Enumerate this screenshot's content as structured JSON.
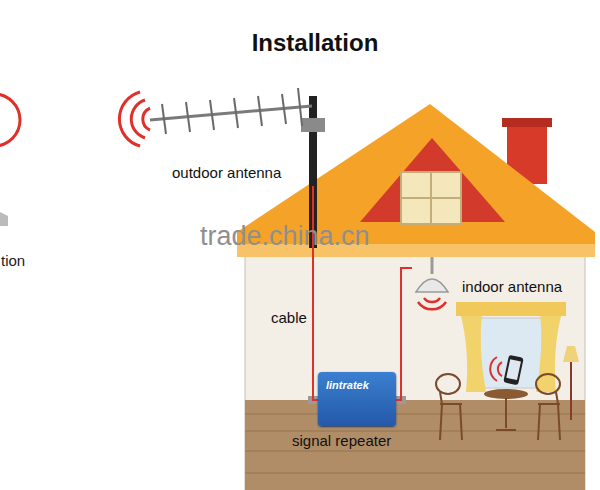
{
  "diagram": {
    "title": "Installation",
    "nodes": [
      {
        "text": [
          "outdoor antenna"
        ]
      },
      {
        "text": [
          "lintratek",
          "signal repeater"
        ]
      },
      {
        "text": [
          "indoor antenna"
        ]
      }
    ],
    "edges": [
      {
        "from": 0,
        "to": 1,
        "arrow": "none",
        "label": "cable"
      },
      {
        "from": 1,
        "to": 2,
        "arrow": "none"
      }
    ],
    "labels": [
      "tion",
      "trade.china.cn"
    ]
  }
}
